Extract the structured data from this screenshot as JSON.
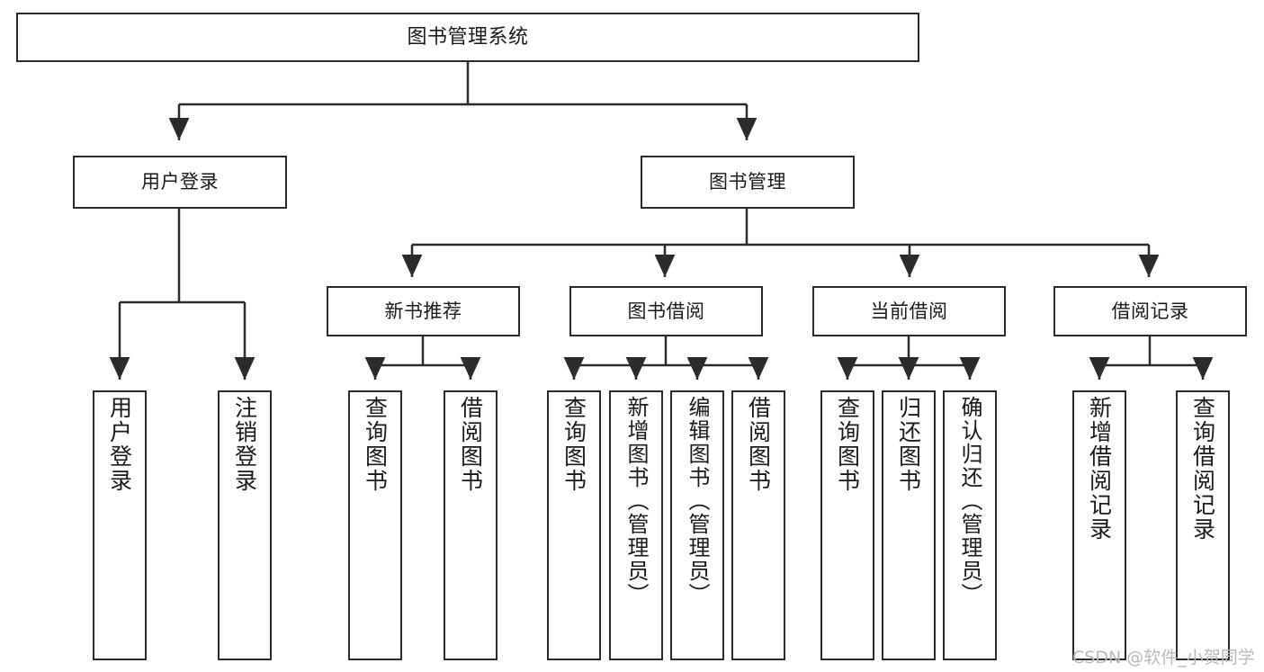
{
  "diagram": {
    "title": "图书管理系统",
    "type": "tree",
    "background": "#ffffff",
    "line_color": "#2b2b2b",
    "box_fill": "#ffffff",
    "text_color": "#1a1a1a"
  },
  "root": {
    "label": "图书管理系统"
  },
  "level1": [
    {
      "label": "用户登录"
    },
    {
      "label": "图书管理"
    }
  ],
  "level2": [
    {
      "label": "新书推荐"
    },
    {
      "label": "图书借阅"
    },
    {
      "label": "当前借阅"
    },
    {
      "label": "借阅记录"
    }
  ],
  "leaves": {
    "user_login": [
      {
        "label": "用户登录"
      },
      {
        "label": "注销登录"
      }
    ],
    "new_book": [
      {
        "label": "查询图书"
      },
      {
        "label": "借阅图书"
      }
    ],
    "book_borrow": [
      {
        "label": "查询图书"
      },
      {
        "label": "新增图书（管理员）"
      },
      {
        "label": "编辑图书（管理员）"
      },
      {
        "label": "借阅图书"
      }
    ],
    "current_borrow": [
      {
        "label": "查询图书"
      },
      {
        "label": "归还图书"
      },
      {
        "label": "确认归还（管理员）"
      }
    ],
    "borrow_record": [
      {
        "label": "新增借阅记录"
      },
      {
        "label": "查询借阅记录"
      }
    ]
  },
  "watermark": {
    "text": "CSDN @软件_小贺同学"
  }
}
